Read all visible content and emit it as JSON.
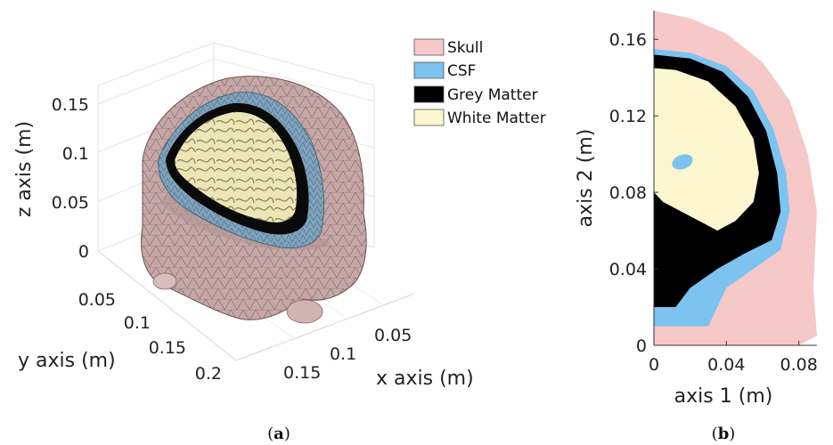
{
  "chart_data": [
    {
      "type": "surface3d",
      "caption_letter": "a",
      "xlabel": "x axis (m)",
      "ylabel": "y axis (m)",
      "zlabel": "z axis (m)",
      "x_ticks": [
        "0.05",
        "0.1",
        "0.15"
      ],
      "y_ticks": [
        "0.05",
        "0.1",
        "0.15",
        "0.2"
      ],
      "z_ticks": [
        "0",
        "0.05",
        "0.1",
        "0.15"
      ],
      "legend": [
        {
          "label": "Skull",
          "color": "#f7c8c8"
        },
        {
          "label": "CSF",
          "color": "#7cc3f0"
        },
        {
          "label": "Grey Matter",
          "color": "#000000"
        },
        {
          "label": "White Matter",
          "color": "#fbf6cd"
        }
      ],
      "grid": true
    },
    {
      "type": "area",
      "caption_letter": "b",
      "xlabel": "axis 1 (m)",
      "ylabel": "axis 2 (m)",
      "x_ticks": [
        "0",
        "0.04",
        "0.08"
      ],
      "y_ticks": [
        "0",
        "0.04",
        "0.08",
        "0.12",
        "0.16"
      ],
      "xlim": [
        0,
        0.09
      ],
      "ylim": [
        0,
        0.175
      ],
      "regions": [
        {
          "name": "Skull",
          "color": "#f7c8c8",
          "points": [
            [
              0,
              0.175
            ],
            [
              0.02,
              0.171
            ],
            [
              0.04,
              0.163
            ],
            [
              0.06,
              0.148
            ],
            [
              0.075,
              0.128
            ],
            [
              0.085,
              0.1
            ],
            [
              0.09,
              0.07
            ],
            [
              0.088,
              0.03
            ],
            [
              0.09,
              0.005
            ],
            [
              0.08,
              0
            ],
            [
              0,
              0
            ]
          ]
        },
        {
          "name": "CSF",
          "color": "#7cc3f0",
          "points": [
            [
              0,
              0.155
            ],
            [
              0.02,
              0.153
            ],
            [
              0.04,
              0.146
            ],
            [
              0.055,
              0.133
            ],
            [
              0.066,
              0.113
            ],
            [
              0.073,
              0.09
            ],
            [
              0.075,
              0.07
            ],
            [
              0.07,
              0.05
            ],
            [
              0.055,
              0.04
            ],
            [
              0.04,
              0.03
            ],
            [
              0.03,
              0.01
            ],
            [
              0,
              0.01
            ]
          ]
        },
        {
          "name": "Grey Matter",
          "color": "#000000",
          "points": [
            [
              0,
              0.152
            ],
            [
              0.02,
              0.15
            ],
            [
              0.038,
              0.143
            ],
            [
              0.052,
              0.13
            ],
            [
              0.062,
              0.112
            ],
            [
              0.068,
              0.09
            ],
            [
              0.07,
              0.07
            ],
            [
              0.065,
              0.055
            ],
            [
              0.05,
              0.048
            ],
            [
              0.035,
              0.04
            ],
            [
              0.02,
              0.03
            ],
            [
              0.012,
              0.02
            ],
            [
              0,
              0.02
            ]
          ]
        },
        {
          "name": "White Matter",
          "color": "#fbf6cd",
          "points": [
            [
              0,
              0.145
            ],
            [
              0.012,
              0.144
            ],
            [
              0.03,
              0.138
            ],
            [
              0.045,
              0.125
            ],
            [
              0.055,
              0.108
            ],
            [
              0.058,
              0.09
            ],
            [
              0.055,
              0.075
            ],
            [
              0.045,
              0.065
            ],
            [
              0.035,
              0.06
            ],
            [
              0.025,
              0.065
            ],
            [
              0.015,
              0.07
            ],
            [
              0.005,
              0.075
            ],
            [
              0,
              0.08
            ]
          ]
        }
      ]
    }
  ]
}
